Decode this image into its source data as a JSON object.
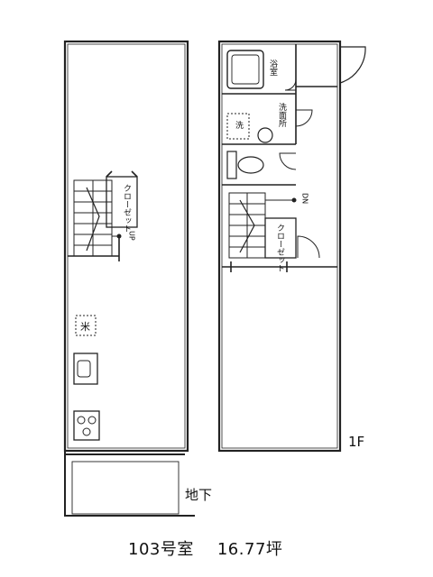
{
  "floor_1f_label": "1F",
  "floor_b1_label": "地下",
  "caption": {
    "room": "103号室",
    "area": "16.77坪"
  },
  "rooms": {
    "bath": "浴室",
    "washroom": "洗面所",
    "closet_b1": "クローゼット",
    "closet_1f": "クローゼット",
    "washer_mark": "洗"
  },
  "stair_labels": {
    "b1": "UP",
    "f1": "DN"
  },
  "kitchen_mark": "米",
  "colors": {
    "line": "#222222",
    "background": "#ffffff"
  }
}
